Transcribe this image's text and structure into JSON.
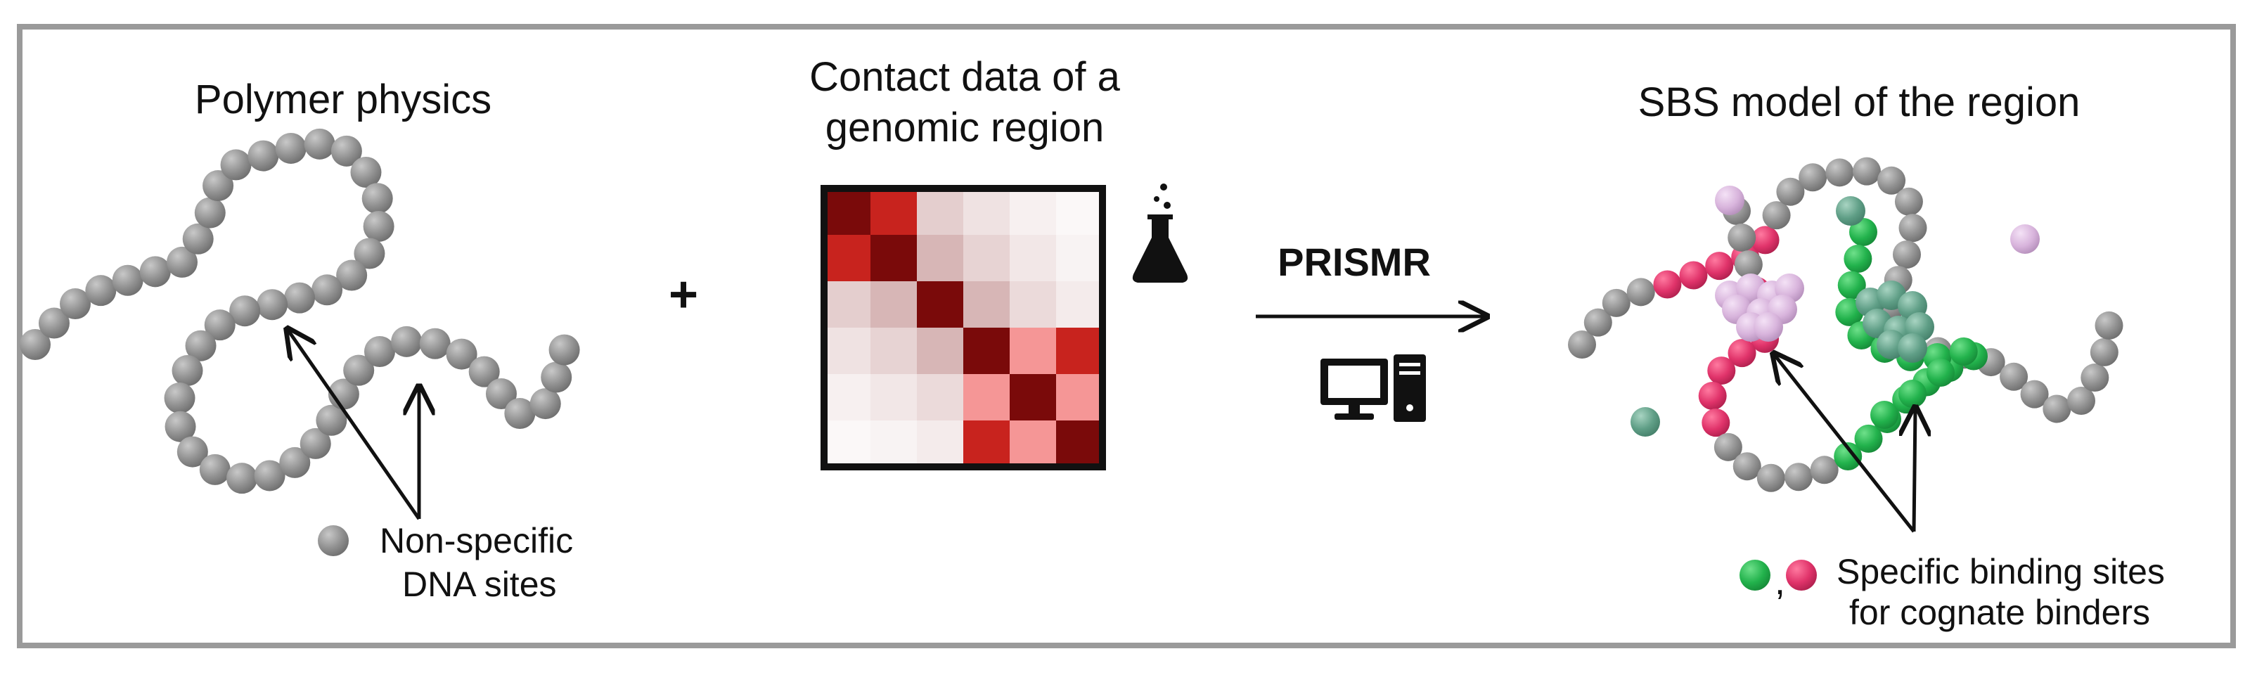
{
  "panels": {
    "polymer": {
      "title": "Polymer physics",
      "legend_line1": "Non-specific",
      "legend_line2": "DNA sites"
    },
    "plus": "+",
    "contact": {
      "title_line1": "Contact data of a",
      "title_line2": "genomic region",
      "matrix": [
        [
          1.0,
          0.85,
          0.2,
          0.12,
          0.06,
          0.03
        ],
        [
          0.85,
          1.0,
          0.3,
          0.18,
          0.1,
          0.05
        ],
        [
          0.2,
          0.3,
          1.0,
          0.3,
          0.15,
          0.08
        ],
        [
          0.12,
          0.18,
          0.3,
          1.0,
          0.45,
          0.85
        ],
        [
          0.06,
          0.1,
          0.15,
          0.45,
          1.0,
          0.45
        ],
        [
          0.03,
          0.05,
          0.08,
          0.85,
          0.45,
          1.0
        ]
      ],
      "flask_icon": "flask-icon"
    },
    "method": {
      "label": "PRISMR",
      "computer_icon": "computer-icon"
    },
    "sbs": {
      "title": "SBS model of the region",
      "legend_sep": ",",
      "legend_line1": "Specific binding sites",
      "legend_line2": "for cognate binders"
    }
  },
  "colors": {
    "frame": "#9a9a9a",
    "bead_grey": "#8e8e8e",
    "bead_red": "#e0336a",
    "bead_green": "#22b24c",
    "binder_pink": "#d8b4dc",
    "binder_teal": "#5f9e86",
    "matrix_max": "#7a0a0a",
    "matrix_min": "#ffffff"
  }
}
